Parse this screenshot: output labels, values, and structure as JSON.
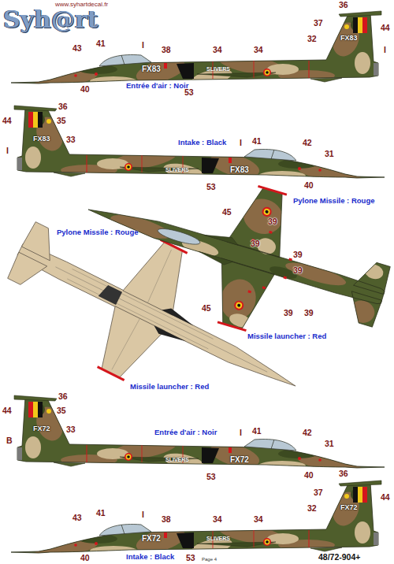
{
  "diagram": {
    "labels": [
      "www.syhartdecal.fr",
      "Syh@rt",
      "36",
      "37",
      "44",
      "FX83",
      "I",
      "32",
      "34",
      "34",
      "38",
      "I",
      "41",
      "43",
      "FX83",
      "SLIVERS",
      "Entrée d'air : Noir",
      "40",
      "53",
      "36",
      "44",
      "35",
      "FX83",
      "I",
      "33",
      "Intake : Black",
      "I",
      "41",
      "42",
      "31",
      "SLIVERS",
      "FX83",
      "53",
      "40",
      "Pylone Missile : Rouge",
      "45",
      "39",
      "39",
      "39",
      "39",
      "45",
      "39",
      "39",
      "Missile launcher : Red",
      "Pylone Missile : Rouge",
      "Missile launcher : Red",
      "36",
      "44",
      "35",
      "FX72",
      "B",
      "33",
      "Entrée d'air : Noir",
      "I",
      "41",
      "42",
      "31",
      "FX72",
      "SLIVERS",
      "40",
      "53",
      "43",
      "41",
      "I",
      "38",
      "34",
      "34",
      "32",
      "36",
      "37",
      "44",
      "FX72",
      "FX72",
      "SLIVERS",
      "40",
      "Intake : Black",
      "53",
      "Page 4",
      "48/72-904+"
    ]
  }
}
